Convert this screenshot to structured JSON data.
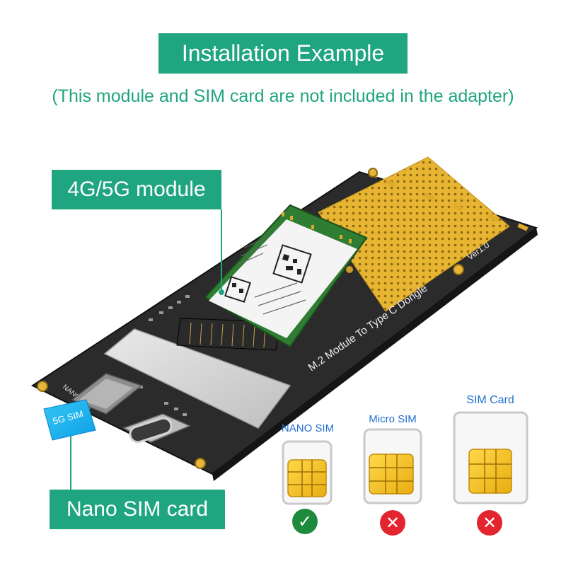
{
  "header": {
    "title": "Installation Example",
    "subtitle": "(This module and SIM card are not included in the adapter)"
  },
  "callouts": {
    "module_label": "4G/5G module",
    "sim_label": "Nano SIM card"
  },
  "board": {
    "silkscreen_title": "M.2 Module To Type C Dongle",
    "version": "Ver1.0",
    "slot_label": "NANO SIM",
    "sim_card_text": "5G SIM"
  },
  "sim_types": [
    {
      "label": "NANO SIM",
      "status": "supported",
      "status_icon": "check-icon"
    },
    {
      "label": "Micro SIM",
      "status": "not-supported",
      "status_icon": "cross-icon"
    },
    {
      "label": "SIM Card",
      "status": "not-supported",
      "status_icon": "cross-icon"
    }
  ],
  "colors": {
    "accent": "#1fa57f",
    "sim_label": "#1f6fd1",
    "ok": "#1d8a3c",
    "no": "#e2252f",
    "chip_gold": "#f0c419",
    "board": "#2b2b2b",
    "module_pcb": "#2f7d32"
  }
}
